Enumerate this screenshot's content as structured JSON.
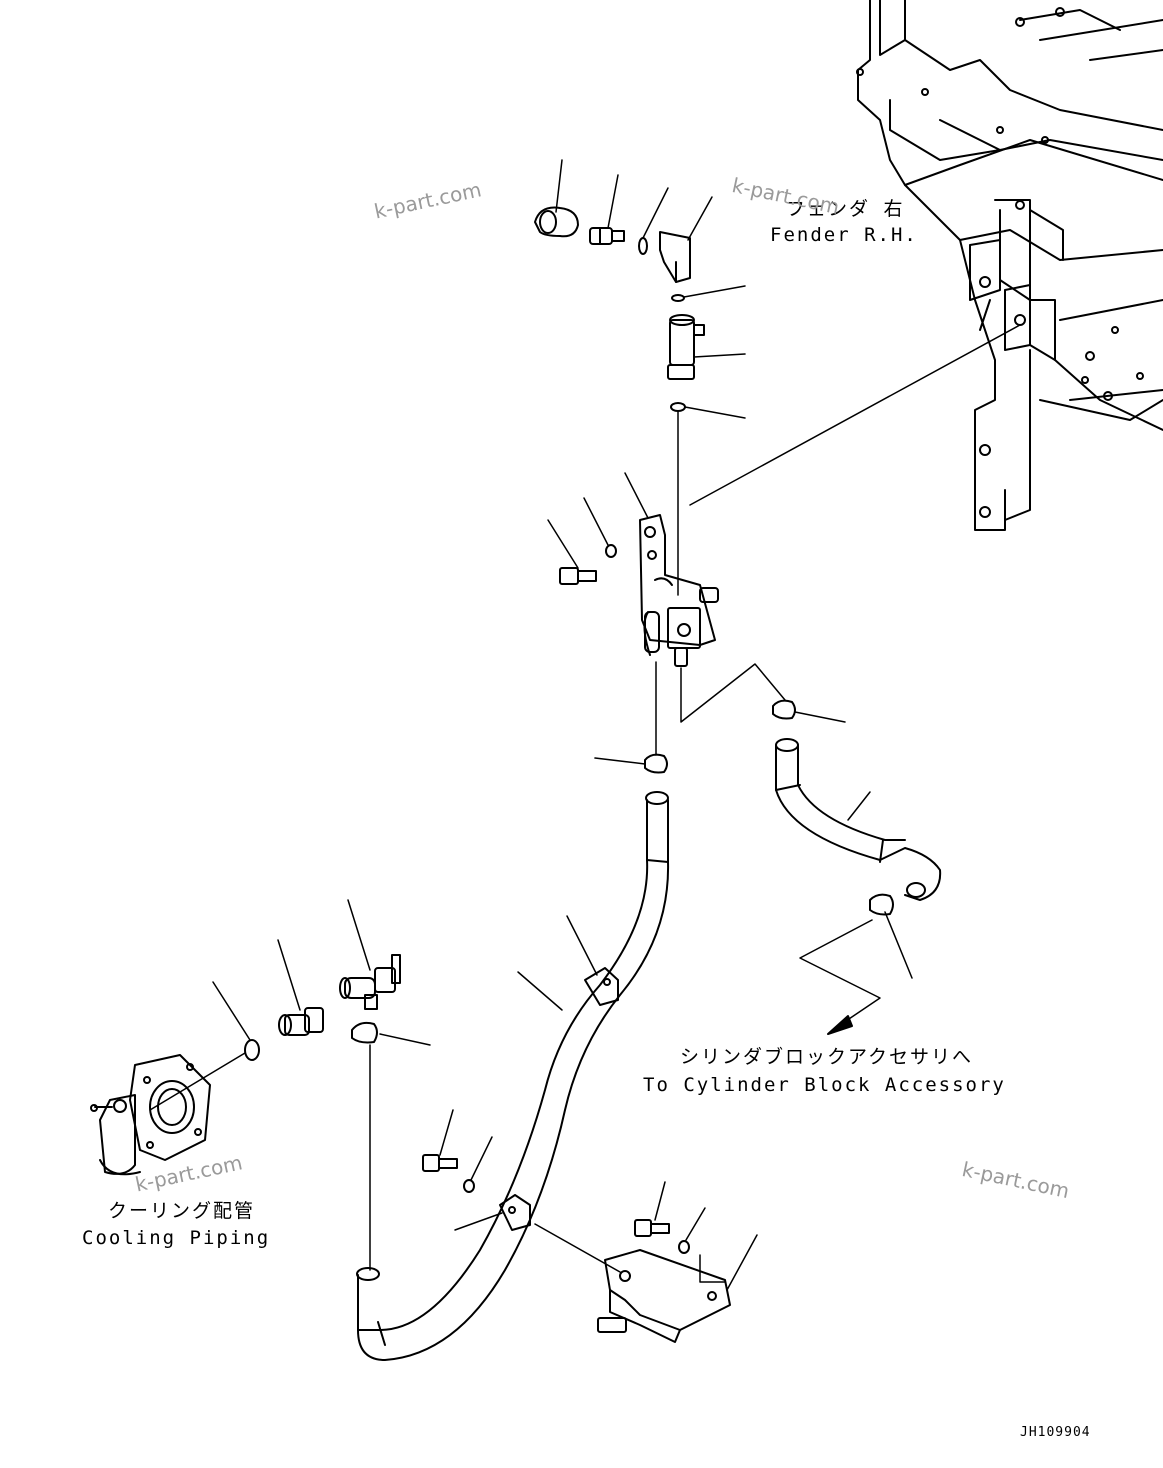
{
  "labels": {
    "fender_jp": "フェンダ 右",
    "fender_en": "Fender R.H.",
    "cylinder_jp": "シリンダブロックアクセサリへ",
    "cylinder_en": "To Cylinder Block Accessory",
    "cooling_jp": "クーリング配管",
    "cooling_en": "Cooling Piping"
  },
  "watermarks": [
    "k-part.com",
    "k-part.com",
    "k-part.com",
    "k-part.com"
  ],
  "drawing_code": "JH109904",
  "colors": {
    "line": "#000000",
    "watermark": "#9a9a9a",
    "background": "#ffffff"
  }
}
